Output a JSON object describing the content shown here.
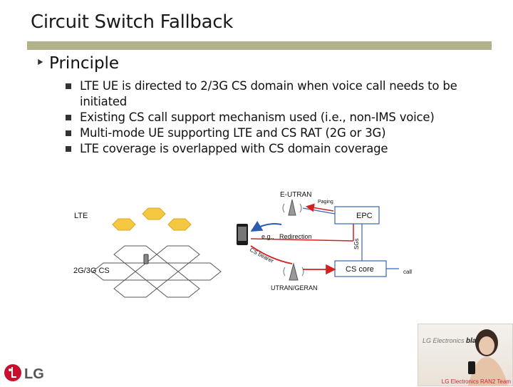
{
  "slide": {
    "title": "Circuit Switch Fallback",
    "section_heading": "Principle",
    "bullets": [
      "LTE UE is directed to 2/3G CS domain when voice call needs to be initiated",
      "Existing CS call support mechanism used (i.e., non-IMS voice)",
      "Multi-mode UE supporting LTE and CS RAT (2G or 3G)",
      "LTE coverage is overlapped with CS domain coverage"
    ]
  },
  "diagram": {
    "eutran": "E-UTRAN",
    "paging": "Paging",
    "lte": "LTE",
    "epc": "EPC",
    "sgs": "SGs",
    "eg": "e.g.,",
    "redirection": "Redirection",
    "cs_bearer": "CS bearer",
    "cs_2g3g": "2G/3G CS",
    "cs_core": "CS core",
    "call": "call",
    "utran_geran": "UTRAN/GERAN"
  },
  "footer": {
    "logo_text": "LG",
    "ad_brand_prefix": "LG Electronics",
    "ad_brand_word": "black",
    "ad_caption": "LG Electronics RAN2 Team"
  },
  "colors": {
    "title_bar": "#b2b28a",
    "lte_cell": "#f5c842",
    "arrow_red": "#d42020",
    "arrow_blue": "#2a5db0",
    "box_blue": "#3a63b8",
    "logo_red": "#c8102e"
  }
}
